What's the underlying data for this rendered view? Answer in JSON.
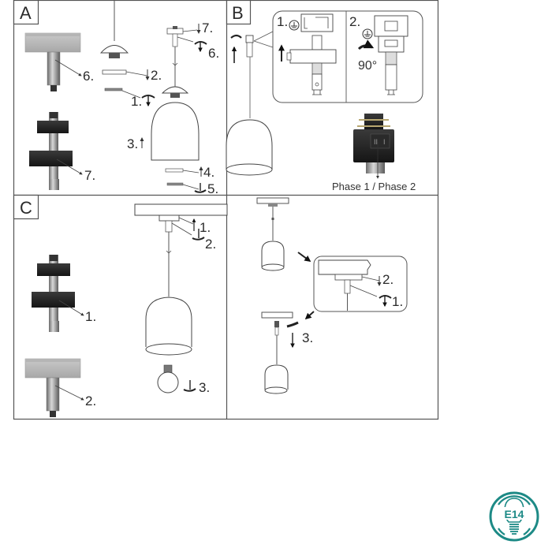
{
  "document": {
    "type": "assembly-instructions",
    "subject": "Track pendant lamp"
  },
  "panels": [
    {
      "id": "A",
      "letter": "A",
      "labels": {
        "adapter_step": "6.",
        "clamp_step": "7.",
        "top_nut_step": "7.",
        "top_turn_step": "6.",
        "ring_step": "2.",
        "cap_step": "1.",
        "shade_step": "3.",
        "lower_ring_step": "4.",
        "lower_cap_step": "5."
      }
    },
    {
      "id": "B",
      "letter": "B",
      "labels": {
        "inset_step_1": "1.",
        "inset_step_2": "2.",
        "rotation": "90°",
        "phase_note": "Phase 1 / Phase 2"
      }
    },
    {
      "id": "C",
      "letter": "C",
      "labels": {
        "clamp_step": "1.",
        "adapter_step": "2.",
        "push_step": "1.",
        "lock_step": "2.",
        "bulb_step": "3."
      }
    },
    {
      "id": "D",
      "letter": "",
      "labels": {
        "inset_step_2": "2.",
        "inset_step_1": "1.",
        "remove_step": "3."
      }
    }
  ],
  "badge": {
    "text": "E14",
    "meaning": "bulb-socket-type",
    "color": "#1d8a86"
  }
}
